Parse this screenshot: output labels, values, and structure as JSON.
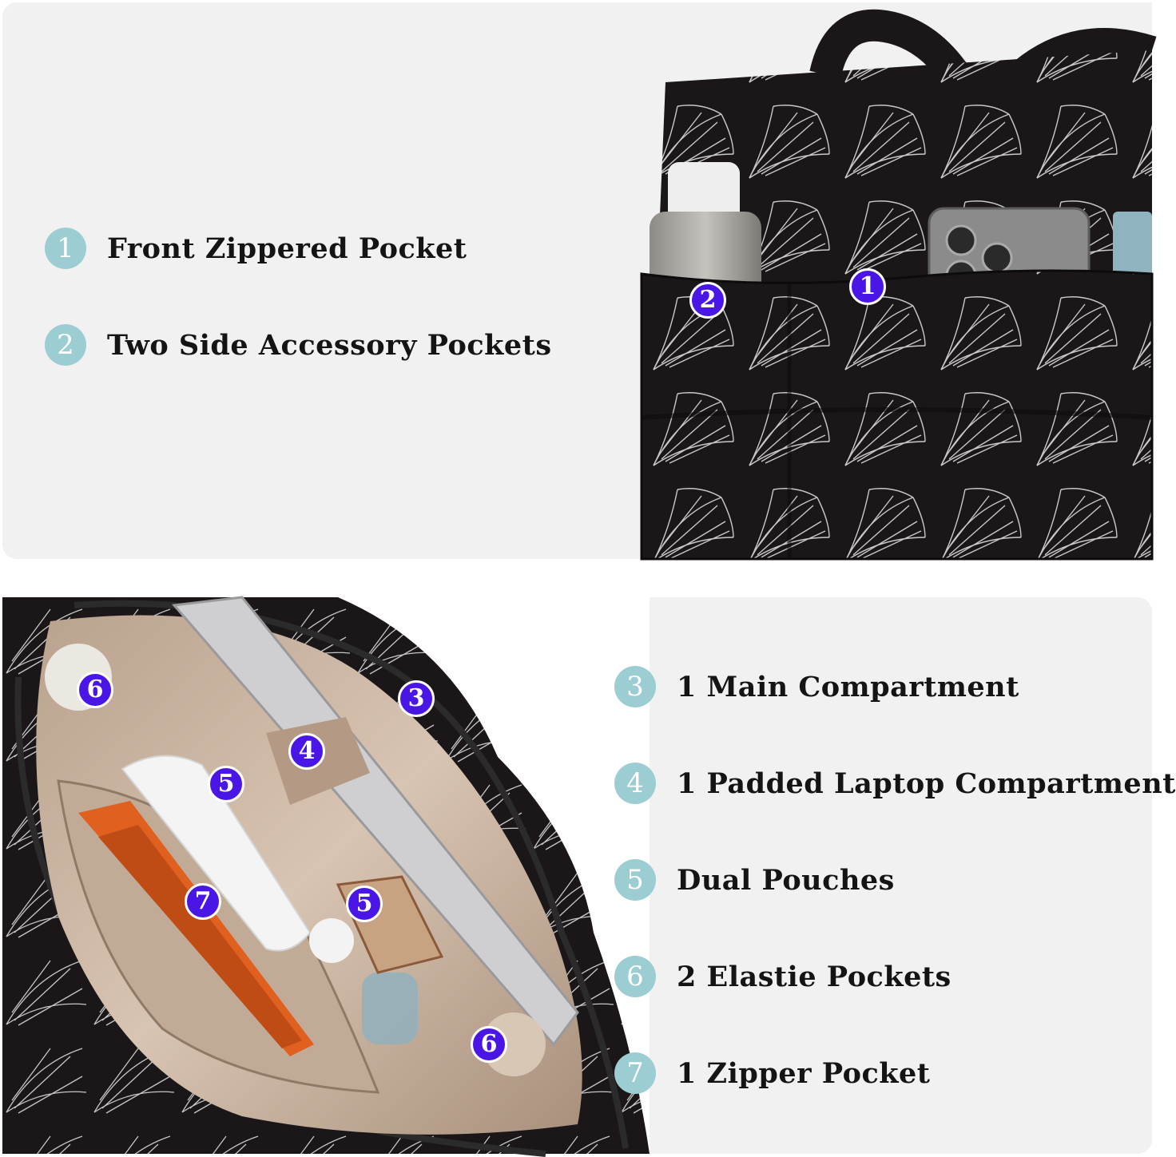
{
  "colors": {
    "panel_bg": "#f1f1f1",
    "circle_bg": "#9ccdd3",
    "marker_bg": "#4a16e6",
    "fabric_dark": "#1b1718",
    "lining": "#c9b39e",
    "text": "#141414"
  },
  "top_features": [
    {
      "number": "1",
      "label": "Front Zippered Pocket"
    },
    {
      "number": "2",
      "label": "Two Side Accessory Pockets"
    }
  ],
  "bottom_features": [
    {
      "number": "3",
      "label": "1 Main Compartment"
    },
    {
      "number": "4",
      "label": "1 Padded Laptop Compartment"
    },
    {
      "number": "5",
      "label": "Dual Pouches"
    },
    {
      "number": "6",
      "label": "2 Elastie Pockets"
    },
    {
      "number": "7",
      "label": "1 Zipper Pocket"
    }
  ],
  "top_photo_markers": [
    "2",
    "1"
  ],
  "bottom_photo_markers": [
    "6",
    "3",
    "4",
    "5",
    "7",
    "5",
    "6"
  ],
  "icons": {
    "top_photo": "tote-bag-front-photo",
    "bottom_photo": "tote-bag-interior-photo"
  }
}
